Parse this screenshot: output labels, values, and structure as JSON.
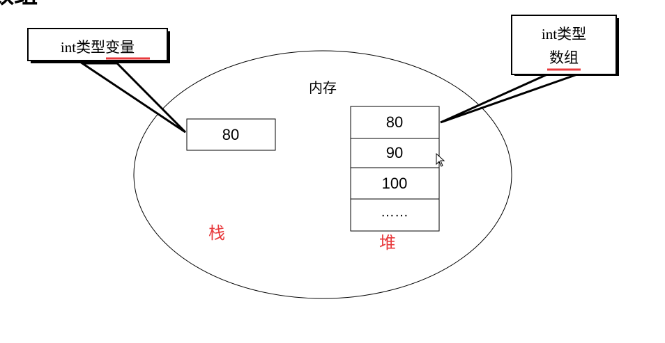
{
  "header_fragment": "数组",
  "memory_label": "内存",
  "stack_label": "栈",
  "heap_label": "堆",
  "callout_variable": {
    "prefix": "int类型",
    "underlined": "变量"
  },
  "callout_array": {
    "line1": "int类型",
    "line2": "数组"
  },
  "stack_cell_value": "80",
  "heap_cells": [
    "80",
    "90",
    "100",
    "……"
  ],
  "colors": {
    "red_label": "#e8393c",
    "underline": "#e8393c",
    "stroke": "#000000"
  }
}
